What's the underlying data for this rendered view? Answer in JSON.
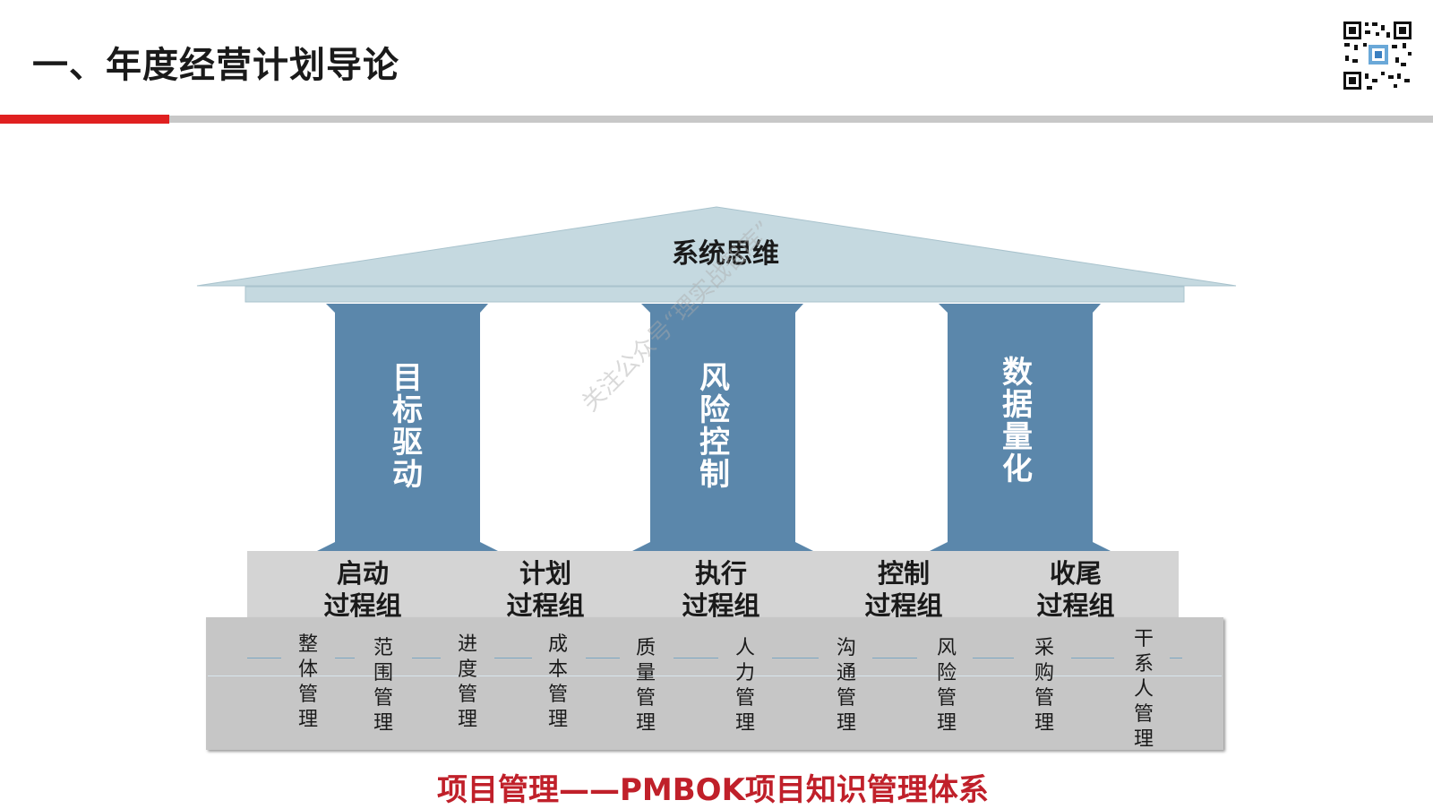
{
  "slide": {
    "title": "一、年度经营计划导论"
  },
  "roof": {
    "label": "系统思维"
  },
  "pillars": [
    {
      "label": "目标驱动"
    },
    {
      "label": "风险控制"
    },
    {
      "label": "数据量化"
    }
  ],
  "process_groups": [
    {
      "line1": "启动",
      "line2": "过程组"
    },
    {
      "line1": "计划",
      "line2": "过程组"
    },
    {
      "line1": "执行",
      "line2": "过程组"
    },
    {
      "line1": "控制",
      "line2": "过程组"
    },
    {
      "line1": "收尾",
      "line2": "过程组"
    }
  ],
  "knowledge_areas": [
    {
      "label": "整体管理"
    },
    {
      "label": "范围管理"
    },
    {
      "label": "进度管理"
    },
    {
      "label": "成本管理"
    },
    {
      "label": "质量管理"
    },
    {
      "label": "人力管理"
    },
    {
      "label": "沟通管理"
    },
    {
      "label": "风险管理"
    },
    {
      "label": "采购管理"
    },
    {
      "label": "干系人管理"
    }
  ],
  "caption": "项目管理——PMBOK项目知识管理体系",
  "watermark": "关注公众号“理实战智库”",
  "colors": {
    "accent_red": "#e02020",
    "pillar_blue": "#5b87ab",
    "roof_light_blue": "#c5d9e0",
    "process_grey": "#d4d4d4",
    "base_grey": "#c6c6c6",
    "caption_red": "#c0202a"
  },
  "icons": {
    "qr": "qr-code-icon"
  }
}
